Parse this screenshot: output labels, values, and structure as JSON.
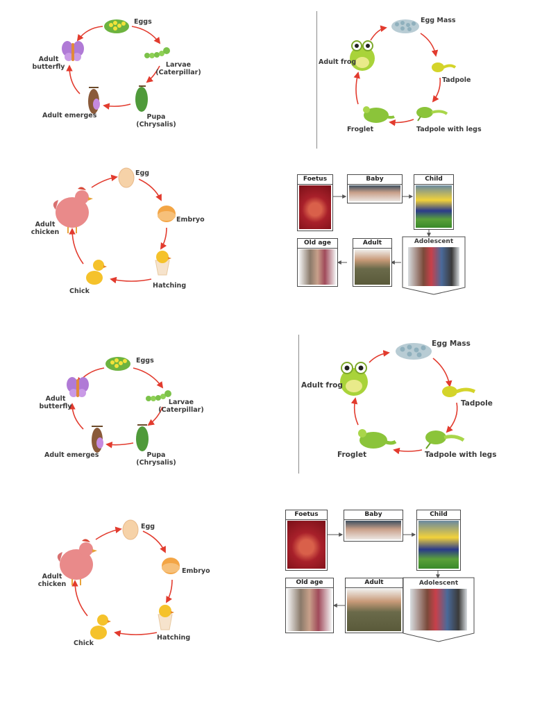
{
  "butterfly": {
    "stages": [
      "Eggs",
      "Larvae (Caterpillar)",
      "Pupa (Chrysalis)",
      "Adult emerges",
      "Adult butterfly"
    ],
    "labels": {
      "eggs": "Eggs",
      "larvae_1": "Larvae",
      "larvae_2": "(Caterpillar)",
      "pupa_1": "Pupa",
      "pupa_2": "(Chrysalis)",
      "emerges": "Adult emerges",
      "adult_1": "Adult",
      "adult_2": "butterfly"
    }
  },
  "frog": {
    "labels": {
      "egg_mass": "Egg Mass",
      "tadpole": "Tadpole",
      "tadpole_legs": "Tadpole with legs",
      "froglet": "Froglet",
      "adult_frog": "Adult frog"
    }
  },
  "chicken": {
    "labels": {
      "egg": "Egg",
      "embryo": "Embryo",
      "hatching": "Hatching",
      "chick": "Chick",
      "adult_1": "Adult",
      "adult_2": "chicken"
    }
  },
  "human": {
    "labels": {
      "foetus": "Foetus",
      "baby": "Baby",
      "child": "Child",
      "adolescent": "Adolescent",
      "adult": "Adult",
      "old_age": "Old age"
    }
  },
  "colors": {
    "arrow": "#e23b2e",
    "frog_green": "#9bd12a",
    "butterfly_purple": "#b07ad6",
    "hen_pink": "#e98a8a",
    "egg_cream": "#f6d2a8",
    "chick_yellow": "#f5c22b"
  }
}
